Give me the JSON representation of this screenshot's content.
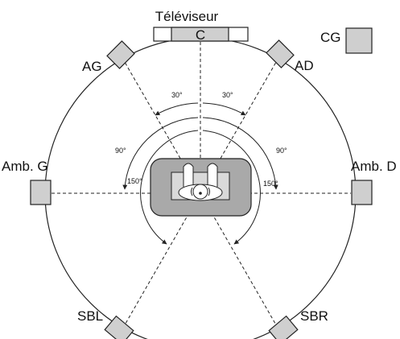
{
  "labels": {
    "tv": "Téléviseur",
    "center": "C",
    "front_left": "AG",
    "front_right": "AD",
    "subwoofer": "CG",
    "surround_left": "Amb. G",
    "surround_right": "Amb. D",
    "surround_back_left": "SBL",
    "surround_back_right": "SBR"
  },
  "angles": {
    "front_left": "30°",
    "front_right": "30°",
    "side_left": "90°",
    "side_right": "90°",
    "rear_left": "150°",
    "rear_right": "150°"
  },
  "colors": {
    "speaker_fill": "#cfcfcf",
    "sofa_fill": "#a9a9a9",
    "line": "#222222"
  }
}
